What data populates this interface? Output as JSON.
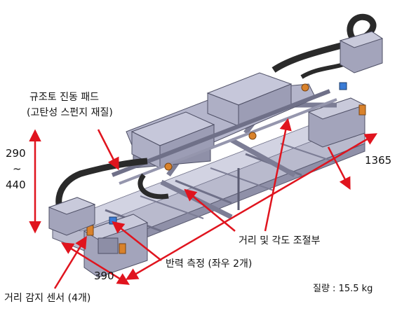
{
  "labels": {
    "damping_pad_line1": "규조토 진동 패드",
    "damping_pad_line2": "(고탄성 스펀지 재질)",
    "height_top": "290",
    "height_tilde": "~",
    "height_bottom": "440",
    "length": "1365",
    "distance_angle_adjust": "거리 및 각도 조절부",
    "width": "390",
    "reaction_measure": "반력 측정 (좌우 2개)",
    "distance_sensor": "거리 감지 센서 (4개)",
    "mass": "질량 : 15.5 kg"
  },
  "colors": {
    "arrow": "#e0141e",
    "frame": "#a9aac0",
    "frame_dark": "#6f7088",
    "hose": "#2a2a2a",
    "accent_orange": "#d9822b",
    "accent_blue": "#3a7bd5"
  }
}
